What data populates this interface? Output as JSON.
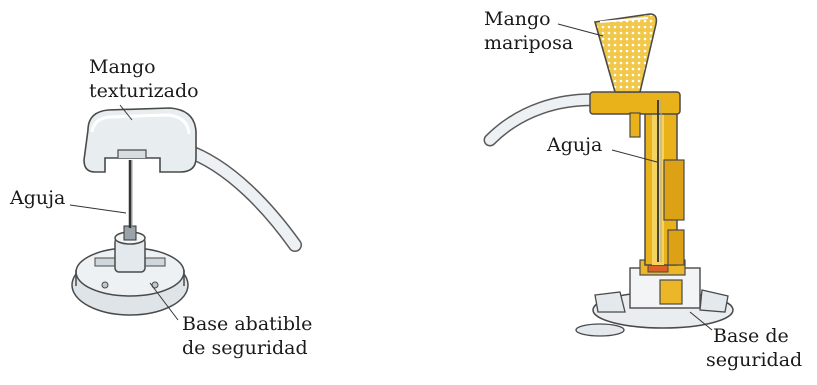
{
  "left_device": {
    "handle_label": [
      "Mango",
      "texturizado"
    ],
    "needle_label": "Aguja",
    "base_label": [
      "Base abatible",
      "de seguridad"
    ]
  },
  "right_device": {
    "handle_label": [
      "Mango",
      "mariposa"
    ],
    "needle_label": "Aguja",
    "base_label": [
      "Base de",
      "seguridad"
    ]
  },
  "colors": {
    "outline": "#4a4a4a",
    "tubing": "#e9edf0",
    "plastic": "#e6ebee",
    "butterfly_yellow": "#e9b21a",
    "butterfly_light": "#f4d35e",
    "accent_orange": "#d9622b"
  }
}
